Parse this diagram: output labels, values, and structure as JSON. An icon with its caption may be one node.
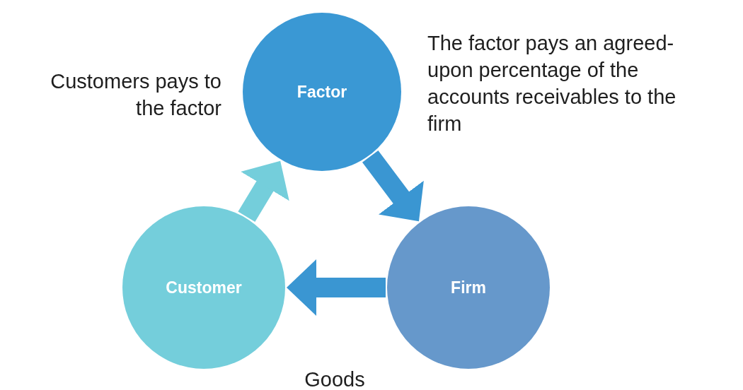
{
  "diagram": {
    "nodes": [
      {
        "text": [
          "Factor"
        ]
      },
      {
        "text": [
          "Firm"
        ]
      },
      {
        "text": [
          "Customer"
        ]
      }
    ],
    "edges": [
      {
        "from": 0,
        "to": 1,
        "arrow": "to",
        "label": "The factor pays an agreed-upon percentage of the accounts receivables to the firm"
      },
      {
        "from": 1,
        "to": 2,
        "arrow": "to",
        "label": "Goods"
      },
      {
        "from": 2,
        "to": 0,
        "arrow": "to",
        "color": "#74cedb",
        "label": "Customers pays to the factor"
      }
    ]
  }
}
